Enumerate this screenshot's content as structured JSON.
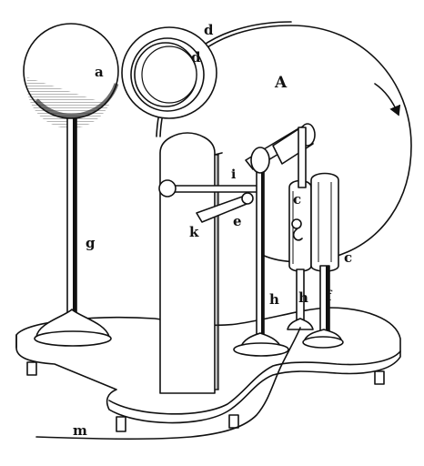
{
  "figure": {
    "labels": {
      "A": "A",
      "a": "a",
      "d_top": "d",
      "d_inner": "d",
      "g": "g",
      "i": "i",
      "c_upper": "c",
      "e": "e",
      "k": "k",
      "c_right": "c",
      "h_left": "h",
      "h_right": "h",
      "f": "f",
      "m": "m"
    },
    "icons": {
      "rotation_arrow": "curved-arrow-icon"
    }
  }
}
